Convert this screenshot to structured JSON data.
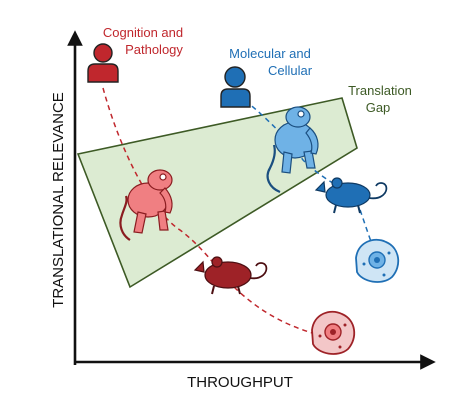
{
  "axes": {
    "x_label": "THROUGHPUT",
    "y_label": "TRANSLATIONAL RELEVANCE"
  },
  "groups": {
    "cognition": {
      "label_line1": "Cognition and",
      "label_line2": "Pathology",
      "color": "#c0272d",
      "light_color": "#f07f82",
      "icons": [
        "person-icon",
        "monkey-icon",
        "rat-icon",
        "cell-icon"
      ]
    },
    "molecular": {
      "label_line1": "Molecular and",
      "label_line2": "Cellular",
      "color": "#1f6fb5",
      "light_color": "#6fb2e6",
      "icons": [
        "person-icon",
        "monkey-icon",
        "rat-icon",
        "cell-icon"
      ]
    }
  },
  "gap": {
    "label_line1": "Translation",
    "label_line2": "Gap",
    "fill": "#dcebd2",
    "stroke": "#3d5a25",
    "text_color": "#3d5a25"
  }
}
